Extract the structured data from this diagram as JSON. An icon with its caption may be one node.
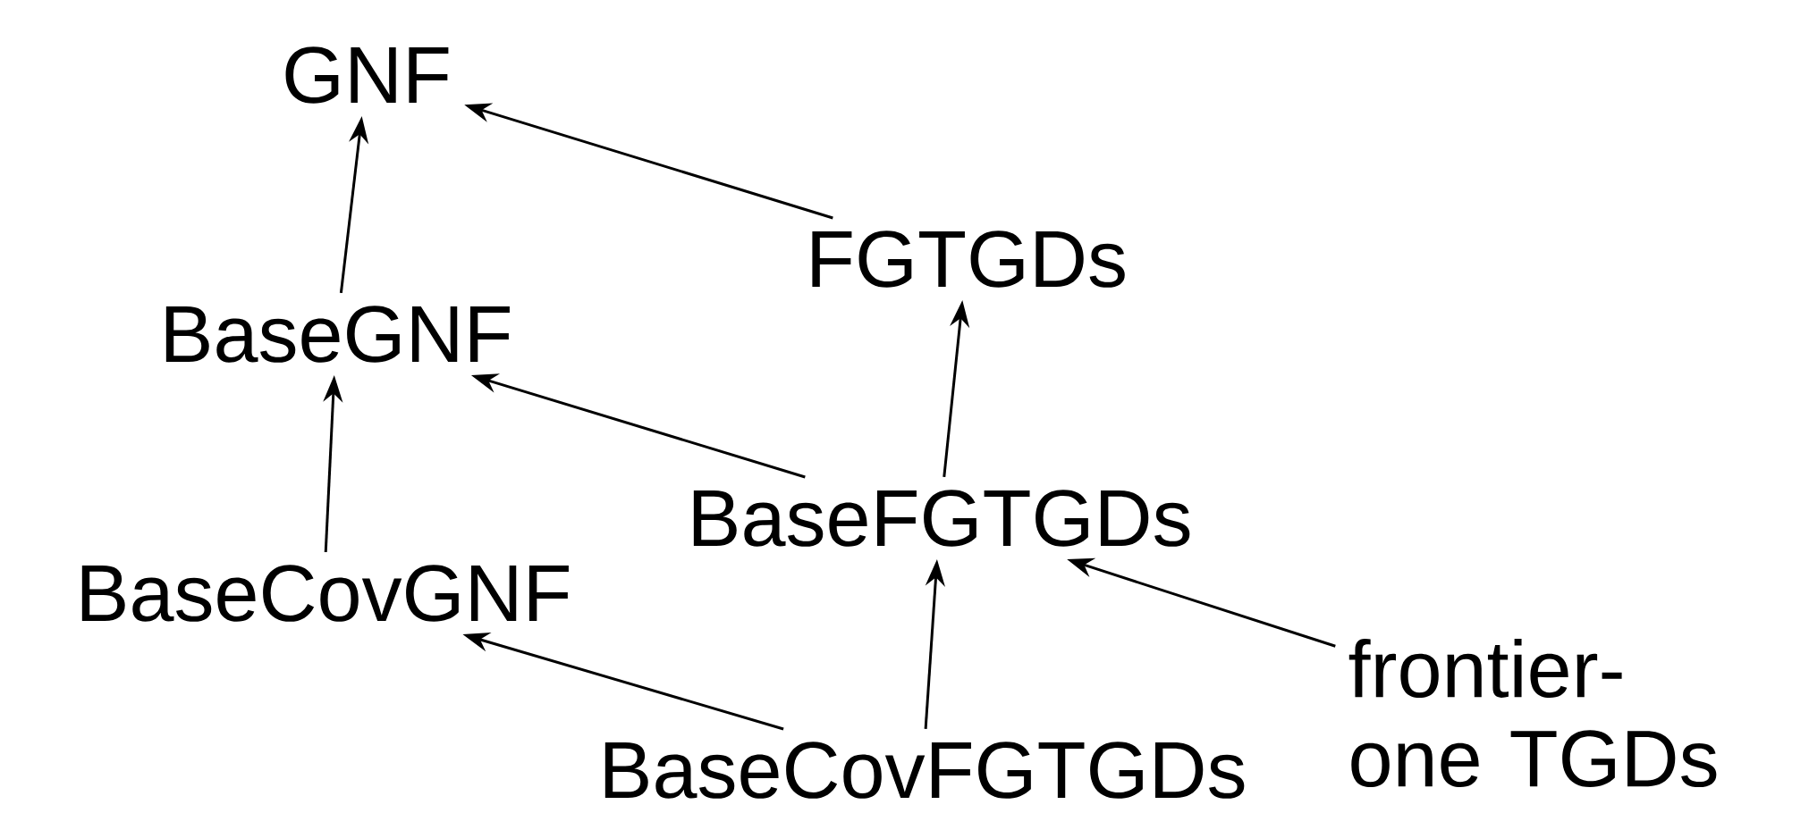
{
  "diagram": {
    "nodes": [
      {
        "text": [
          "GNF"
        ]
      },
      {
        "text": [
          "FGTGDs"
        ]
      },
      {
        "text": [
          "BaseGNF"
        ]
      },
      {
        "text": [
          "BaseFGTGDs"
        ]
      },
      {
        "text": [
          "BaseCovGNF"
        ]
      },
      {
        "text": [
          "BaseCovFGTGDs"
        ]
      },
      {
        "text": [
          "frontier-one TGDs"
        ]
      }
    ],
    "edges": [
      {
        "from": 2,
        "to": 0,
        "arrow": "to"
      },
      {
        "from": 1,
        "to": 0,
        "arrow": "to"
      },
      {
        "from": 3,
        "to": 1,
        "arrow": "to"
      },
      {
        "from": 3,
        "to": 2,
        "arrow": "to"
      },
      {
        "from": 4,
        "to": 2,
        "arrow": "to"
      },
      {
        "from": 5,
        "to": 4,
        "arrow": "to"
      },
      {
        "from": 5,
        "to": 3,
        "arrow": "to"
      },
      {
        "from": 6,
        "to": 3,
        "arrow": "to"
      }
    ]
  }
}
